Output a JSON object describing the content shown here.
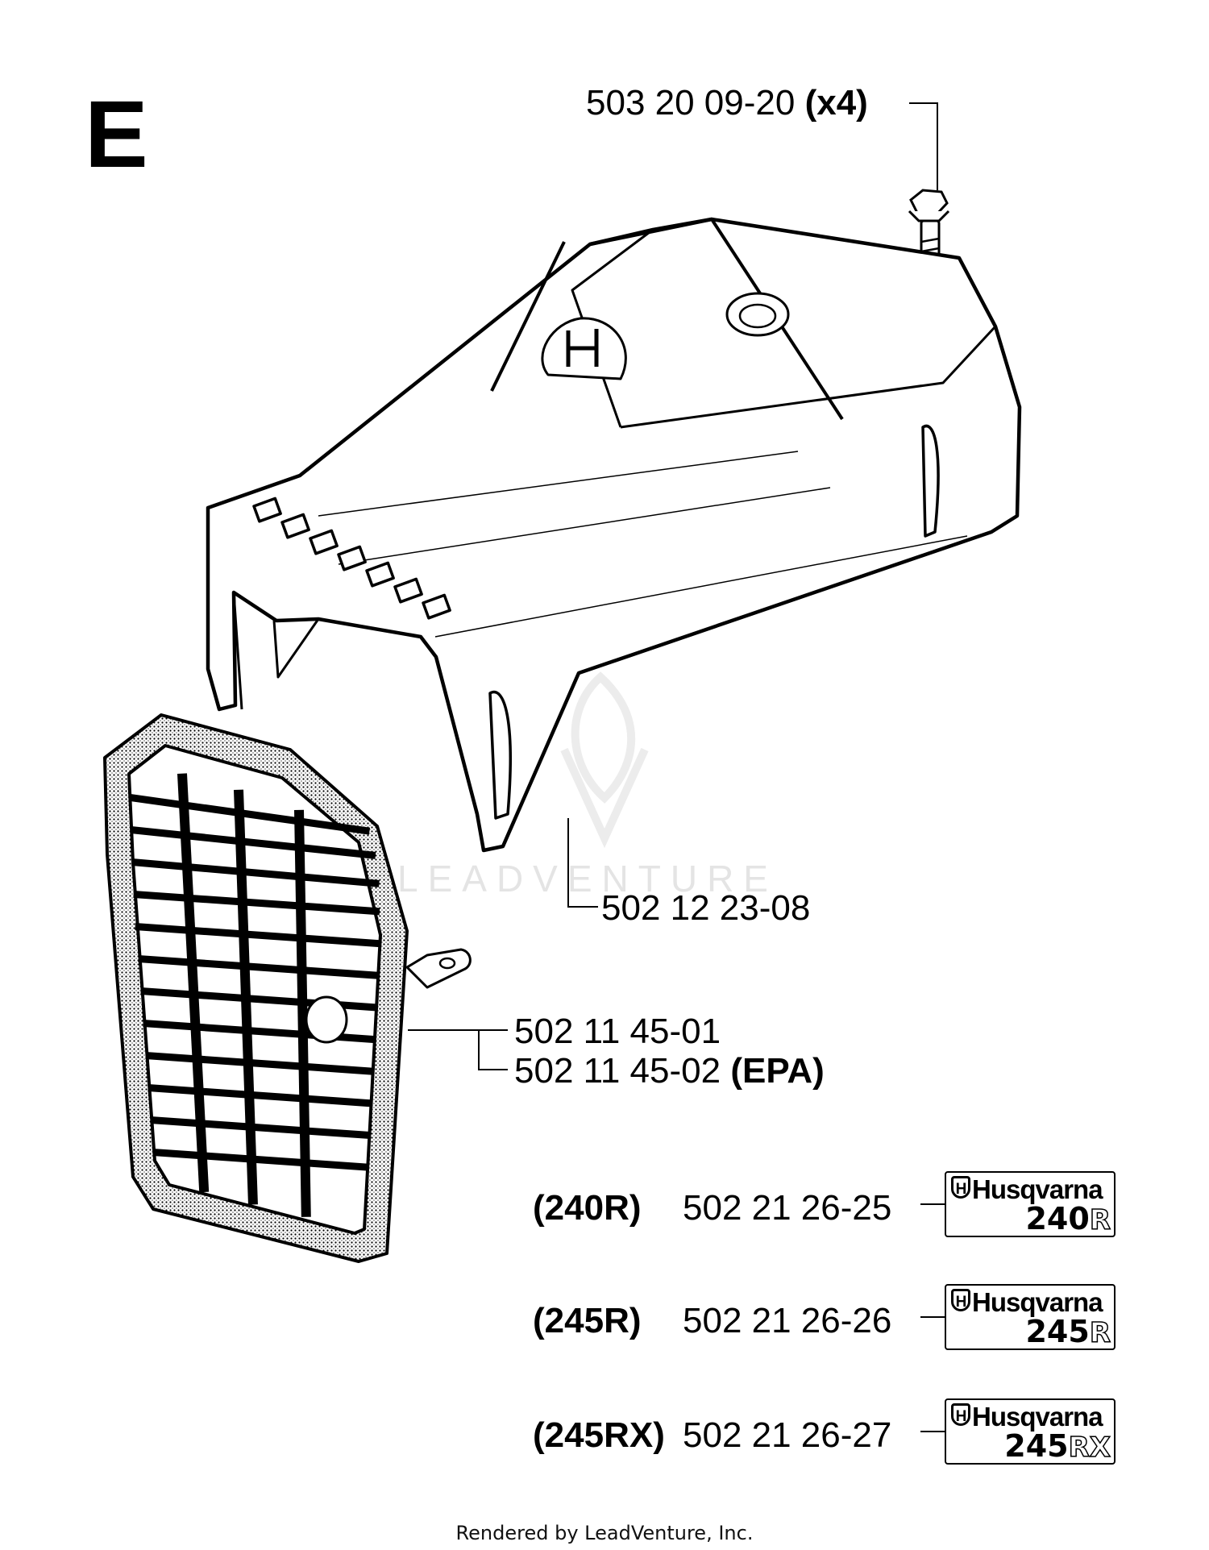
{
  "section": "E",
  "parts": {
    "bolt": {
      "number": "503 20 09-20",
      "qty": "(x4)"
    },
    "cover": {
      "number": "502 12 23-08"
    },
    "grille": {
      "number": "502 11 45-01",
      "number_epa": "502 11 45-02",
      "epa_tag": "(EPA)"
    }
  },
  "decals": [
    {
      "model": "(240R)",
      "number": "502 21 26-25",
      "brand": "Husqvarna",
      "digits": "240",
      "suffix": "R"
    },
    {
      "model": "(245R)",
      "number": "502 21 26-26",
      "brand": "Husqvarna",
      "digits": "245",
      "suffix": "R"
    },
    {
      "model": "(245RX)",
      "number": "502 21 26-27",
      "brand": "Husqvarna",
      "digits": "245",
      "suffix": "RX"
    }
  ],
  "watermark": "LEADVENTURE",
  "footer": "Rendered by LeadVenture, Inc."
}
